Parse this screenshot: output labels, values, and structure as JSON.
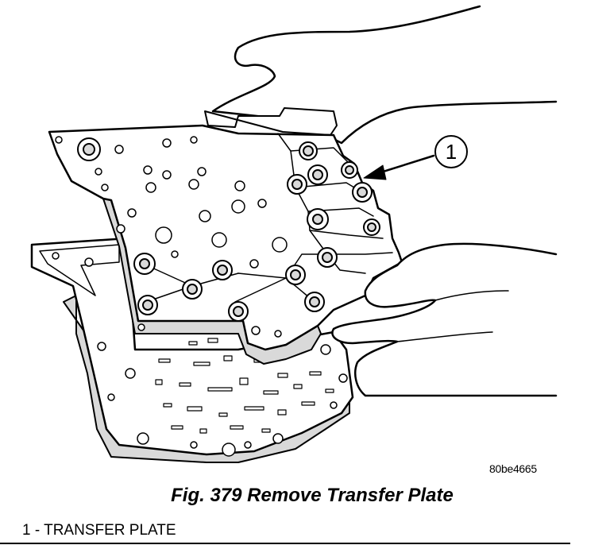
{
  "figure": {
    "callout": "1",
    "reference_code": "80be4665",
    "caption": "Fig. 379 Remove Transfer Plate",
    "legend": [
      {
        "number": "1",
        "label": "1 - TRANSFER PLATE"
      }
    ]
  }
}
